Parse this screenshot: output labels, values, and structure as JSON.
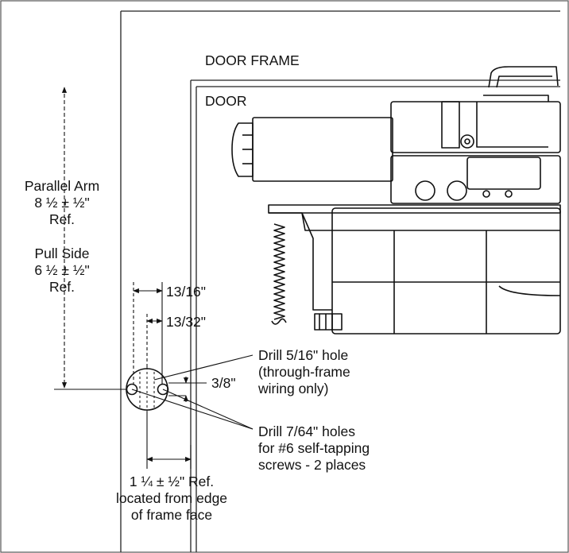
{
  "labels": {
    "door_frame": "DOOR FRAME",
    "door": "DOOR",
    "parallel_arm": [
      "Parallel Arm",
      "8 ½ ± ½\"",
      "Ref."
    ],
    "pull_side": [
      "Pull Side",
      "6 ½ ± ½\"",
      "Ref."
    ],
    "dim_13_16": "13/16\"",
    "dim_13_32": "13/32\"",
    "dim_3_8": "3/8\"",
    "drill_5_16": [
      "Drill 5/16\" hole",
      "(through-frame",
      "wiring only)"
    ],
    "drill_7_64": [
      "Drill 7/64\" holes",
      "for #6 self-tapping",
      "screws - 2 places"
    ],
    "edge_ref": [
      "1 ¼ ± ½\" Ref.",
      "located from edge",
      "of frame face"
    ]
  }
}
